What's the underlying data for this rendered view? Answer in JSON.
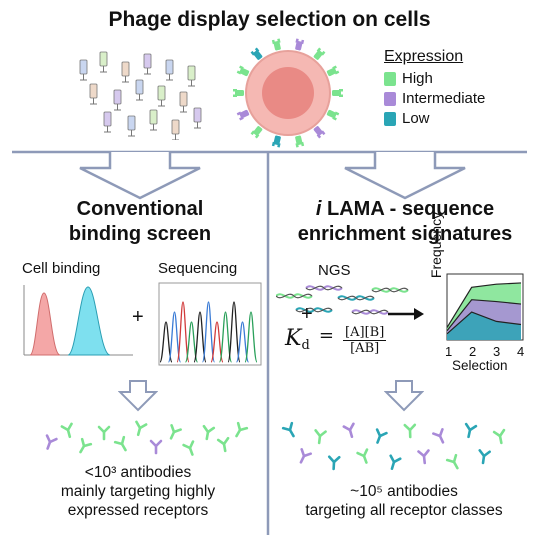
{
  "title": "Phage display selection on cells",
  "legend": {
    "heading": "Expression",
    "items": [
      {
        "label": "High",
        "color": "#7be38e"
      },
      {
        "label": "Intermediate",
        "color": "#a98ad8"
      },
      {
        "label": "Low",
        "color": "#2aa5b5"
      }
    ]
  },
  "left": {
    "heading_line1": "Conventional",
    "heading_line2": "binding screen",
    "cell_binding_label": "Cell binding",
    "sequencing_label": "Sequencing",
    "plus": "+",
    "result_line1": "<10³ antibodies",
    "result_line2": "mainly targeting highly",
    "result_line3": "expressed receptors"
  },
  "right": {
    "heading_line1_italic": "i",
    "heading_line1_rest": " LAMA - sequence",
    "heading_line2": "enrichment signatures",
    "ngs_label": "NGS",
    "plus": "+",
    "kd_symbol": "K",
    "kd_sub": "d",
    "kd_equals": "=",
    "kd_numerator": "[A][B]",
    "kd_denominator": "[AB]",
    "arrow": "⟶",
    "chart_ylabel": "Frequency",
    "chart_xlabel": "Selection",
    "result_line1": "~10⁵ antibodies",
    "result_line2": "targeting all receptor classes"
  },
  "colors": {
    "divider": "#8e9ab8",
    "arrow_outline": "#8e9ab8",
    "high": "#7be38e",
    "intermediate": "#a98ad8",
    "low": "#2aa5b5",
    "cell_fill": "#f5b8b3",
    "nucleus_fill": "#e98a85"
  },
  "chart_data": {
    "type": "area",
    "x": [
      1,
      2,
      3,
      4
    ],
    "x_tick_labels": [
      "1",
      "2",
      "3",
      "4"
    ],
    "xlabel": "Selection",
    "ylabel": "Frequency",
    "series": [
      {
        "color": "#7be38e",
        "values": [
          0.2,
          0.85,
          0.9,
          0.92
        ]
      },
      {
        "color": "#a98ad8",
        "values": [
          0.15,
          0.65,
          0.62,
          0.58
        ]
      },
      {
        "color": "#2aa5b5",
        "values": [
          0.1,
          0.45,
          0.3,
          0.25
        ]
      }
    ]
  }
}
